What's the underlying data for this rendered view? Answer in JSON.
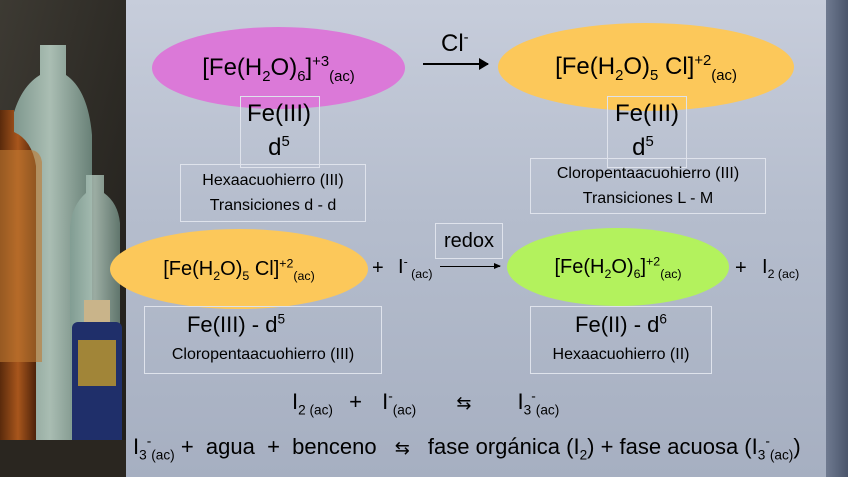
{
  "colors": {
    "pink": "#db79d8",
    "orange": "#fcc85a",
    "green": "#b3f25d",
    "slide": "#b9c1d1"
  },
  "reaction1": {
    "reactant": {
      "a": "[Fe(H",
      "b": "2",
      "c": "O)",
      "d": "6",
      "e": "]",
      "f": "+3",
      "g": "(ac)"
    },
    "arrow_label": {
      "base": "Cl",
      "sup": "-"
    },
    "product": {
      "a": "[Fe(H",
      "b": "2",
      "c": "O)",
      "d": "5",
      "e": " Cl]",
      "f": "+2",
      "g": "(ac)"
    },
    "left_info": {
      "ox": "Fe(III)",
      "d": "d",
      "d_sup": "5",
      "name": "Hexaacuohierro (III)",
      "trans": "Transiciones d - d"
    },
    "right_info": {
      "ox": "Fe(III)",
      "d": "d",
      "d_sup": "5",
      "name": "Cloropentaacuohierro (III)",
      "trans": "Transiciones L - M"
    }
  },
  "reaction2": {
    "reactant": {
      "a": "[Fe(H",
      "b": "2",
      "c": "O)",
      "d": "5",
      "e": " Cl]",
      "f": "+2",
      "g": "(ac)"
    },
    "plus1": "+",
    "iodide": {
      "base": "I",
      "sup": "-",
      "sub": " (ac)"
    },
    "arrow_label": "redox",
    "product": {
      "a": "[Fe(H",
      "b": "2",
      "c": "O)",
      "d": "6",
      "e": "]",
      "f": "+2",
      "g": "(ac)"
    },
    "plus2": "+",
    "iodine": {
      "base": "I",
      "sub": "2 (ac)"
    },
    "left_info": {
      "ox": "Fe(III) - d",
      "ox_sup": "5",
      "name": "Cloropentaacuohierro (III)"
    },
    "right_info": {
      "ox": "Fe(II) -  d",
      "ox_sup": "6",
      "name": "Hexaacuohierro (II)"
    }
  },
  "equation1": {
    "i2": "I",
    "i2_sub": "2 (ac)",
    "plus": "+",
    "i": "I",
    "i_sup": "-",
    "i_sub": "(ac)",
    "arrow": "⇆",
    "i3": "I",
    "i3_sub": "3",
    "i3_sup": "-",
    "i3_sub2": "(ac)"
  },
  "equation2": {
    "i3": "I",
    "i3_sub": "3",
    "i3_sup": "-",
    "i3_sub2": "(ac)",
    "rest1": "+  agua  +  benceno",
    "arrow": "⇆",
    "fase1": "fase orgánica (I",
    "fase1_sub": "2",
    "fase1_end": ") + fase acuosa (I",
    "fase2_sub": "3",
    "fase2_sup": "-",
    "fase2_sub2": "(ac)",
    "fase2_end": ")"
  }
}
